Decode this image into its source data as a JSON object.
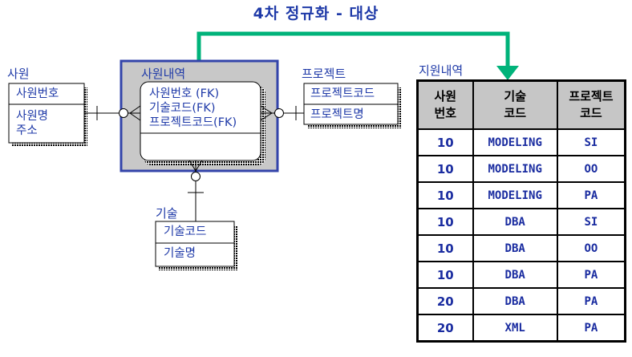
{
  "title": "4차 정규화 - 대상",
  "entities": {
    "employee": {
      "name": "사원",
      "key": "사원번호",
      "attrs": [
        "사원명",
        "주소"
      ]
    },
    "assignment": {
      "name": "사원내역",
      "attrs": [
        "사원번호 (FK)",
        "기술코드(FK)",
        "프로젝트코드(FK)"
      ]
    },
    "project": {
      "name": "프로젝트",
      "key": "프로젝트코드",
      "attrs": [
        "프로젝트명"
      ]
    },
    "skill": {
      "name": "기술",
      "key": "기술코드",
      "attrs": [
        "기술명"
      ]
    }
  },
  "table": {
    "name": "지원내역",
    "headers": [
      "사원\n번호",
      "기술\n코드",
      "프로젝트\n코드"
    ],
    "rows": [
      [
        "10",
        "MODELING",
        "SI"
      ],
      [
        "10",
        "MODELING",
        "OO"
      ],
      [
        "10",
        "MODELING",
        "PA"
      ],
      [
        "10",
        "DBA",
        "SI"
      ],
      [
        "10",
        "DBA",
        "OO"
      ],
      [
        "10",
        "DBA",
        "PA"
      ],
      [
        "20",
        "DBA",
        "PA"
      ],
      [
        "20",
        "XML",
        "PA"
      ]
    ]
  },
  "colors": {
    "text": "#1f3aa8",
    "arrow": "#00b37a",
    "highlight_box": "#c8c8c8",
    "shadow": "#000000"
  }
}
